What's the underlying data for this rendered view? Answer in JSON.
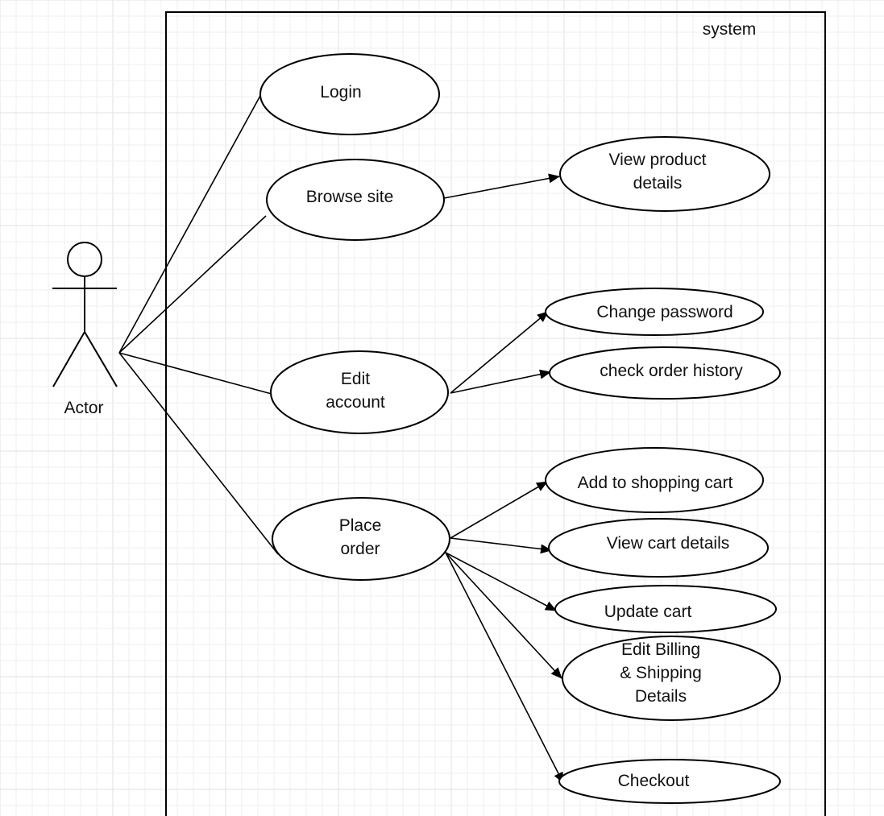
{
  "diagram": {
    "system_label": "system",
    "actor": {
      "label": "Actor"
    },
    "use_cases": {
      "login": [
        "Login"
      ],
      "browse_site": [
        "Browse site"
      ],
      "edit_account": [
        "Edit",
        "account"
      ],
      "place_order": [
        "Place",
        "order"
      ],
      "view_product_details": [
        "View product",
        "details"
      ],
      "change_password": [
        "Change password"
      ],
      "check_order_history": [
        "check order history"
      ],
      "add_to_cart": [
        "Add to shopping cart"
      ],
      "view_cart_details": [
        "View cart details"
      ],
      "update_cart": [
        "Update cart"
      ],
      "edit_billing_shipping": [
        "Edit Billing",
        "& Shipping",
        "Details"
      ],
      "checkout": [
        "Checkout"
      ]
    },
    "associations": [
      {
        "from": "actor",
        "to": "login"
      },
      {
        "from": "actor",
        "to": "browse_site"
      },
      {
        "from": "actor",
        "to": "edit_account"
      },
      {
        "from": "actor",
        "to": "place_order"
      }
    ],
    "arrows": [
      {
        "from": "browse_site",
        "to": "view_product_details"
      },
      {
        "from": "edit_account",
        "to": "change_password"
      },
      {
        "from": "edit_account",
        "to": "check_order_history"
      },
      {
        "from": "place_order",
        "to": "add_to_cart"
      },
      {
        "from": "place_order",
        "to": "view_cart_details"
      },
      {
        "from": "place_order",
        "to": "update_cart"
      },
      {
        "from": "place_order",
        "to": "edit_billing_shipping"
      },
      {
        "from": "place_order",
        "to": "checkout"
      }
    ]
  }
}
